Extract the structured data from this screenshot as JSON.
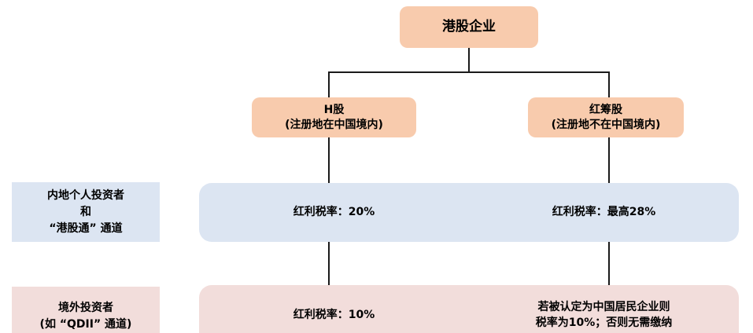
{
  "root_label": "港股企业",
  "branches": [
    {
      "title": "H股",
      "subtitle": "(注册地在中国境内)"
    },
    {
      "title": "红筹股",
      "subtitle": "(注册地不在中国境内)"
    }
  ],
  "row_groups": [
    {
      "label_lines": [
        "内地个人投资者",
        "和",
        "“港股通” 通道"
      ],
      "cells": [
        "红利税率：20%",
        "红利税率：最高28%"
      ]
    },
    {
      "label_lines": [
        "境外投资者",
        "(如 “QDII” 通道)"
      ],
      "cells": [
        "红利税率：10%",
        "若被认定为中国居民企业则\n税率为10%；否则无需缴纳"
      ]
    }
  ],
  "colors": {
    "node_fill": "#F8CBAD",
    "row_blue_fill": "#DCE5F2",
    "row_pink_fill": "#F2DDDB",
    "connector": "#1a1a1a"
  }
}
